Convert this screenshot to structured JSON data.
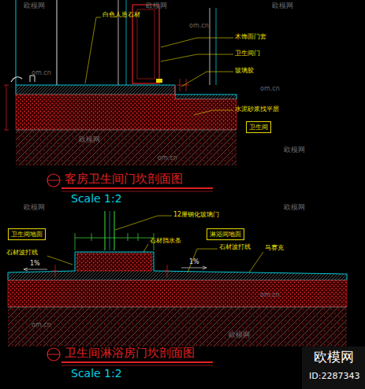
{
  "diagram": {
    "nodes": [
      {
        "text": [
          "卫生间"
        ]
      },
      {
        "text": [
          "卫生间地面"
        ]
      },
      {
        "text": [
          "淋浴间地面"
        ]
      }
    ],
    "labels": [
      "白色人造石材",
      "木饰面门套",
      "卫生间门",
      "玻璃胶",
      "水泥砂浆找平层",
      "客房卫生间门坎剖面图",
      "Scale 1:2",
      "12厘钢化玻璃门",
      "石材波打线",
      "1%",
      "石材挡水条",
      "石材波打线",
      "马赛克",
      "1%",
      "卫生间淋浴房门坎剖面图",
      "Scale 1:2",
      "欧模网",
      "欧模网",
      "欧模网",
      "欧模网",
      "欧模网",
      "欧模网",
      "欧模网",
      "欧模网",
      "om.cn",
      "om.cn",
      "om.cn",
      "om.cn",
      "om.cn",
      "om.cn",
      "欧模网",
      "ID:2287343"
    ]
  }
}
